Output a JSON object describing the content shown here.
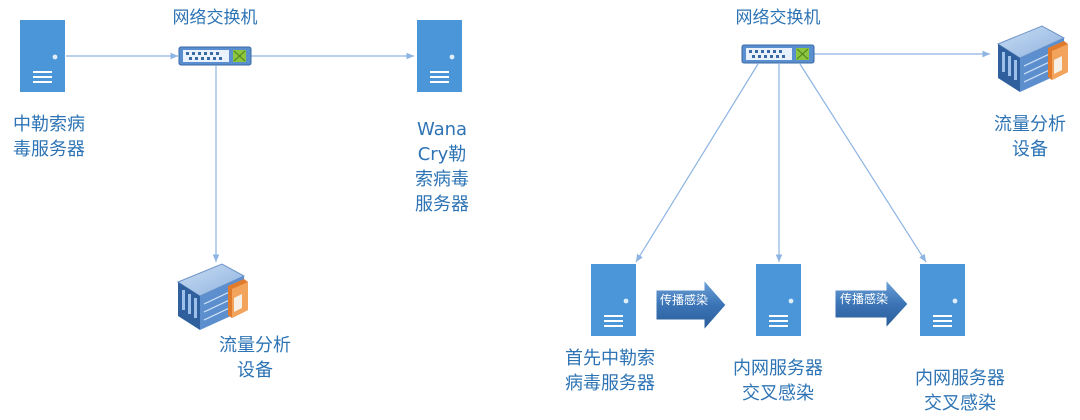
{
  "left": {
    "switch_label": "网络交换机",
    "infected_server": {
      "line1": "中勒索病",
      "line2": "毒服务器"
    },
    "wannacry_server": {
      "line1": "Wana",
      "line2": "Cry勒",
      "line3": "索病毒",
      "line4": "服务器"
    },
    "analysis_device": {
      "line1": "流量分析",
      "line2": "设备"
    }
  },
  "right": {
    "switch_label": "网络交换机",
    "analysis_device": {
      "line1": "流量分析",
      "line2": "设备"
    },
    "first_infected": {
      "line1": "首先中勒索",
      "line2": "病毒服务器"
    },
    "intranet_server_1": {
      "line1": "内网服务器",
      "line2": "交叉感染"
    },
    "intranet_server_2": {
      "line1": "内网服务器",
      "line2": "交叉感染"
    },
    "spread_label_1": "传播感染",
    "spread_label_2": "传播感染"
  },
  "colors": {
    "server_fill": "#4a96d8",
    "line": "#8eb4e3",
    "text": "#2e74b5",
    "arrow_fill": "#3b74b6"
  }
}
